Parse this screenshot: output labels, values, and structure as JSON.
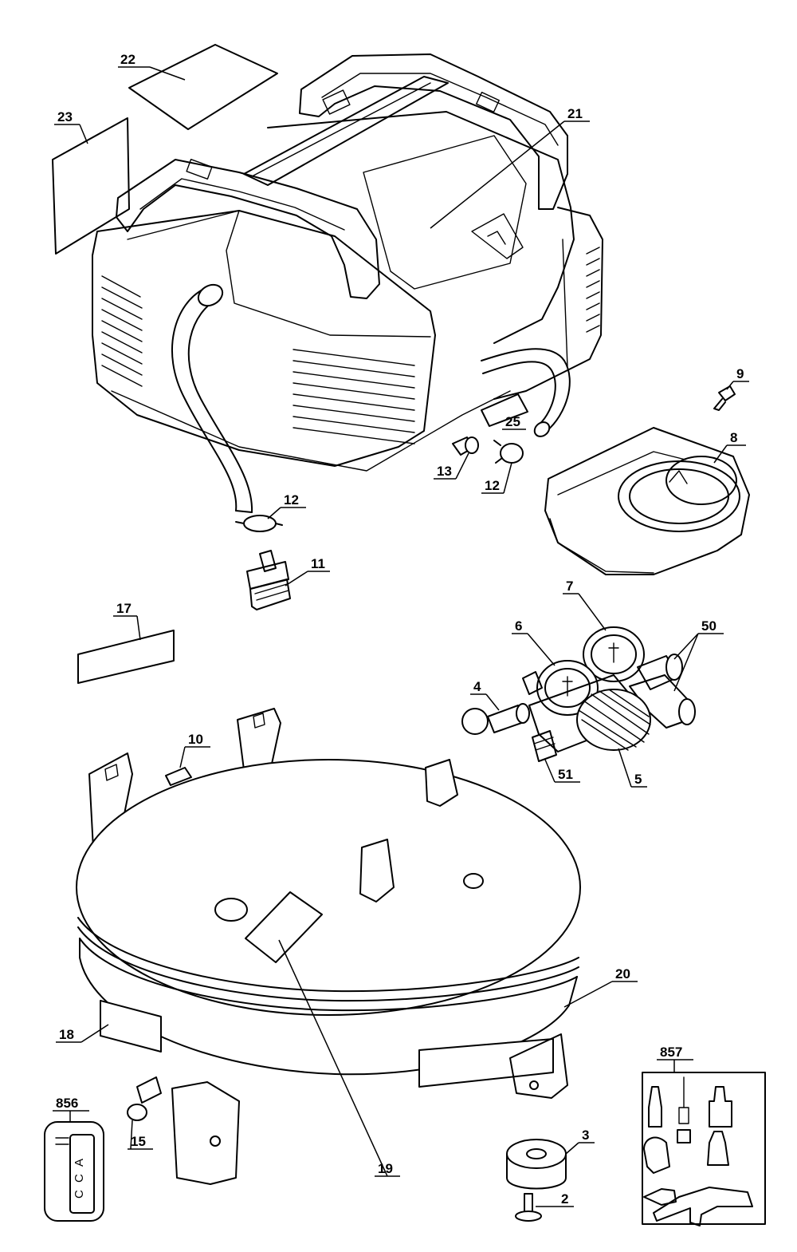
{
  "callouts": {
    "c22": "22",
    "c23": "23",
    "c21": "21",
    "c9": "9",
    "c8": "8",
    "c25": "25",
    "c13": "13",
    "c12a": "12",
    "c12b": "12",
    "c11": "11",
    "c17": "17",
    "c7": "7",
    "c6": "6",
    "c50": "50",
    "c4": "4",
    "c10": "10",
    "c51": "51",
    "c5": "5",
    "c20": "20",
    "c18": "18",
    "c19": "19",
    "c857": "857",
    "c856": "856",
    "c15": "15",
    "c3": "3",
    "c2": "2"
  },
  "acc_switch_letters": [
    "A",
    "C",
    "C"
  ]
}
